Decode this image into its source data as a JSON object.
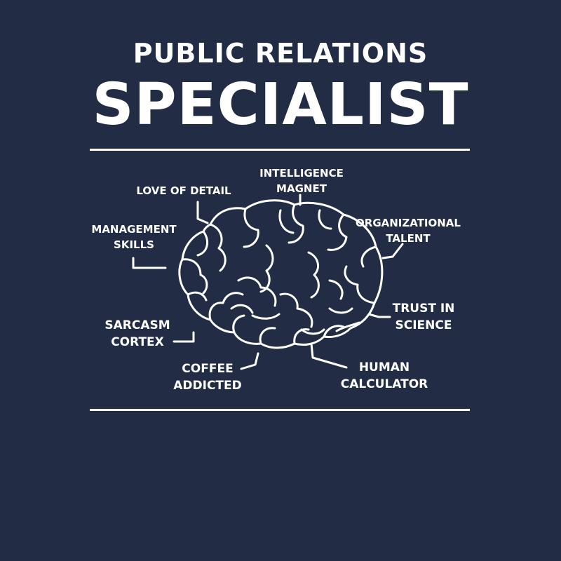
{
  "title": {
    "line1": "PUBLIC RELATIONS",
    "line2": "SPECIALIST"
  },
  "labels": {
    "intelligence_magnet": "INTELLIGENCE\nMAGNET",
    "love_of_detail": "LOVE OF DETAIL",
    "organizational_talent": "ORGANIZATIONAL\nTALENT",
    "management_skills": "MANAGEMENT\nSKILLS",
    "trust_in_science": "TRUST IN\nSCIENCE",
    "sarcasm_cortex": "SARCASM\nCORTEX",
    "coffee_addicted": "COFFEE\nADDICTED",
    "human_calculator": "HUMAN\nCALCULATOR"
  },
  "colors": {
    "background": "#222c45",
    "foreground": "#ffffff"
  },
  "icons": [
    "brain-icon"
  ]
}
